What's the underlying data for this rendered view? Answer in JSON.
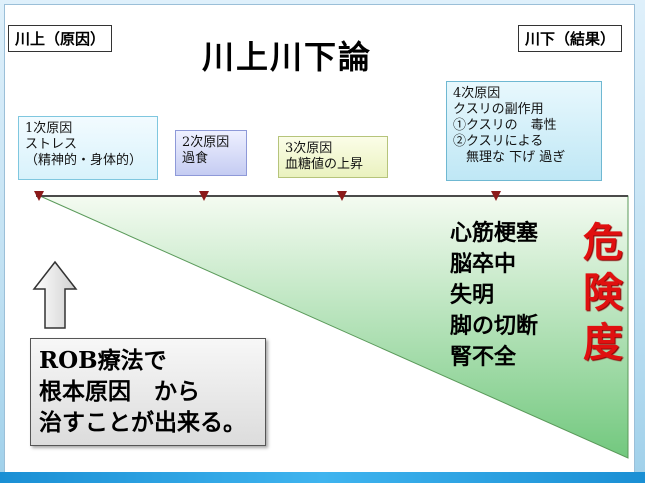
{
  "slide": {
    "upstream_label": "川上（原因）",
    "downstream_label": "川下（結果）",
    "title": "川上川下論"
  },
  "stages": [
    {
      "lines": [
        "1次原因",
        "ストレス",
        "（精神的・身体的）"
      ]
    },
    {
      "lines": [
        "2次原因",
        "過食"
      ]
    },
    {
      "lines": [
        "3次原因",
        "血糖値の上昇"
      ]
    },
    {
      "lines": [
        "4次原因",
        "クスリの副作用",
        "①クスリの　毒性",
        "②クスリによる",
        "　無理な 下げ 過ぎ"
      ]
    }
  ],
  "results": [
    "心筋梗塞",
    "脳卒中",
    "失明",
    "脚の切断",
    "腎不全"
  ],
  "danger_label": [
    "危",
    "険",
    "度"
  ],
  "conclusion": [
    "ROB療法で",
    "根本原因　から",
    "治すことが出来る。"
  ],
  "colors": {
    "danger": "#e01010",
    "wedge_top": "#f3fbf0",
    "wedge_bottom": "#6fc77b",
    "marker": "#8b1a1a"
  }
}
